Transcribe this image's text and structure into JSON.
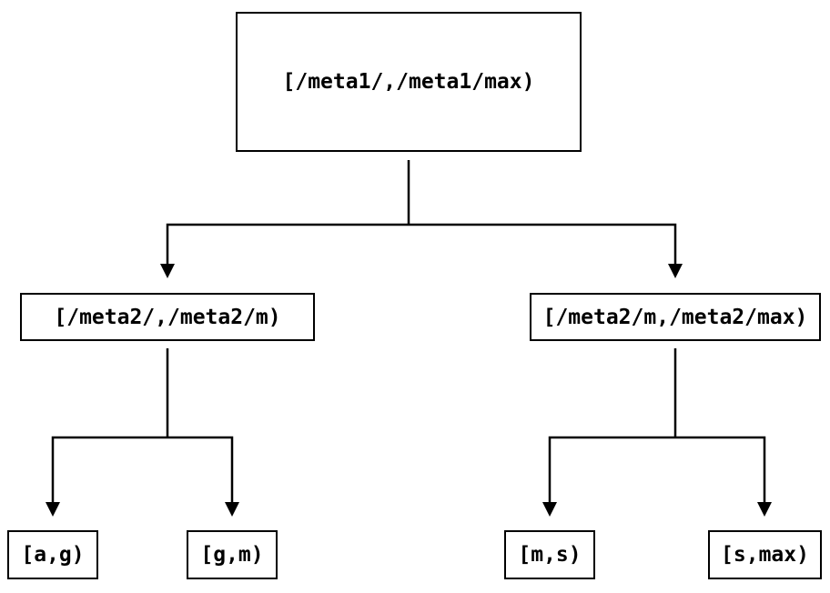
{
  "diagram": {
    "type": "binary-range-tree",
    "nodes": {
      "root": {
        "id": "root",
        "label": "[/meta1/,/meta1/max)"
      },
      "left": {
        "id": "left",
        "label": "[/meta2/,/meta2/m)"
      },
      "right": {
        "id": "right",
        "label": "[/meta2/m,/meta2/max)"
      },
      "ag": {
        "id": "ag",
        "label": "[a,g)"
      },
      "gm": {
        "id": "gm",
        "label": "[g,m)"
      },
      "ms": {
        "id": "ms",
        "label": "[m,s)"
      },
      "smax": {
        "id": "smax",
        "label": "[s,max)"
      }
    },
    "edges": [
      {
        "from": "root",
        "to": "left"
      },
      {
        "from": "root",
        "to": "right"
      },
      {
        "from": "left",
        "to": "ag"
      },
      {
        "from": "left",
        "to": "gm"
      },
      {
        "from": "right",
        "to": "ms"
      },
      {
        "from": "right",
        "to": "smax"
      }
    ],
    "colors": {
      "background": "#ffffff",
      "line": "#000000",
      "text": "#000000",
      "node_fill": "#ffffff"
    }
  }
}
